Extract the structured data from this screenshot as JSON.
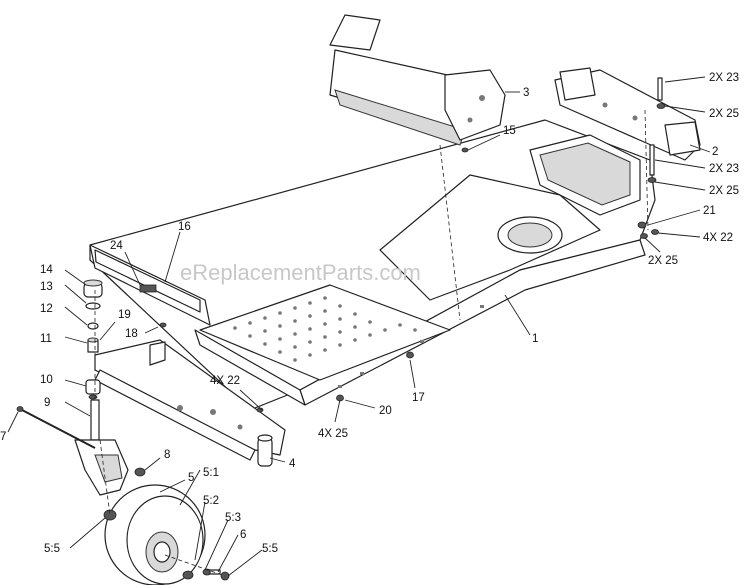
{
  "watermark": "eReplacementParts.com",
  "callouts": {
    "c1": "1",
    "c2": "2",
    "c3": "3",
    "c4": "4",
    "c5": "5",
    "c5_1": "5:1",
    "c5_2": "5:2",
    "c5_3": "5:3",
    "c5_5_left": "5:5",
    "c5_5_right": "5:5",
    "c6": "6",
    "c7": "7",
    "c8": "8",
    "c9": "9",
    "c10": "10",
    "c11": "11",
    "c12": "12",
    "c13": "13",
    "c14": "14",
    "c15": "15",
    "c16": "16",
    "c17": "17",
    "c18": "18",
    "c19": "19",
    "c20": "20",
    "c21": "21",
    "c24": "24",
    "c2x23_top": "2X 23",
    "c2x25_top": "2X 25",
    "c2x23_mid": "2X 23",
    "c2x25_mid": "2X 25",
    "c4x22_right": "4X 22",
    "c2x25_low": "2X 25",
    "c4x22_front": "4X 22",
    "c4x25": "4X 25"
  }
}
